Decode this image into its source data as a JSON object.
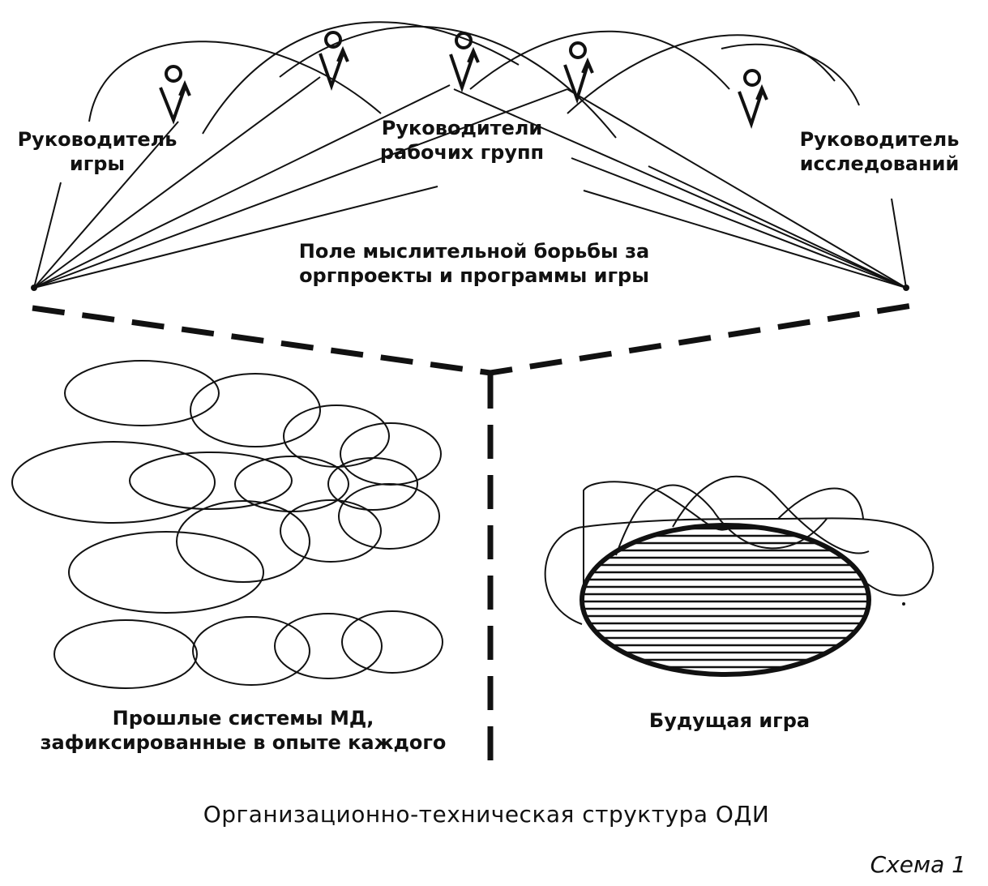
{
  "roles": {
    "game_leader": [
      "Руководитель",
      "игры"
    ],
    "group_leaders": [
      "Руководители",
      "рабочих групп"
    ],
    "research_leader": [
      "Руководитель",
      "исследований"
    ]
  },
  "field": [
    "Поле мыслительной борьбы за",
    "оргпроекты и программы игры"
  ],
  "past_systems": [
    "Прошлые системы МД,",
    "зафиксированные в опыте каждого"
  ],
  "future_game": "Будущая игра",
  "caption": "Организационно-техническая структура ОДИ",
  "scheme_label": "Схема 1"
}
